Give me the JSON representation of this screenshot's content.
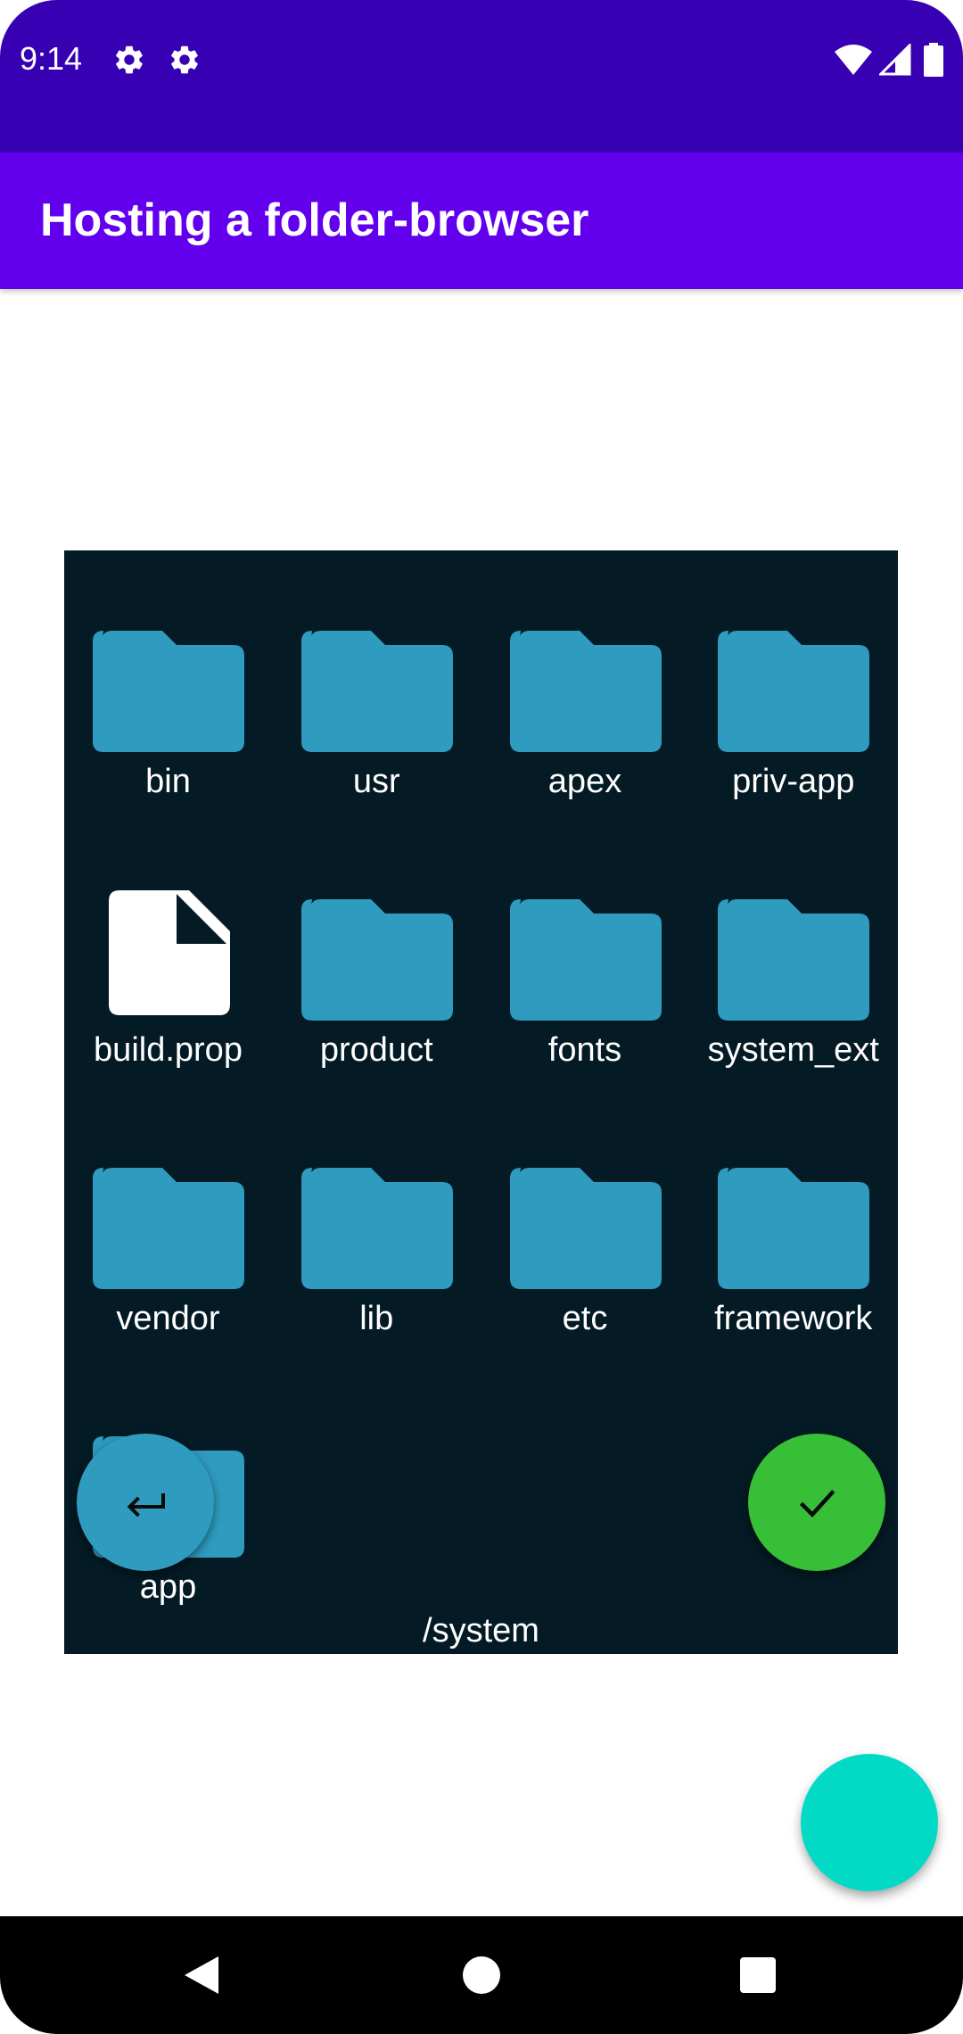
{
  "status_bar": {
    "time": "9:14",
    "icons": [
      "gear-icon",
      "gear-icon",
      "wifi-icon",
      "signal-icon",
      "battery-icon"
    ]
  },
  "app_bar": {
    "title": "Hosting a folder-browser"
  },
  "browser": {
    "current_path": "/system",
    "items": [
      {
        "name": "bin",
        "type": "folder"
      },
      {
        "name": "usr",
        "type": "folder"
      },
      {
        "name": "apex",
        "type": "folder"
      },
      {
        "name": "priv-app",
        "type": "folder"
      },
      {
        "name": "build.prop",
        "type": "file"
      },
      {
        "name": "product",
        "type": "folder"
      },
      {
        "name": "fonts",
        "type": "folder"
      },
      {
        "name": "system_ext",
        "type": "folder"
      },
      {
        "name": "vendor",
        "type": "folder"
      },
      {
        "name": "lib",
        "type": "folder"
      },
      {
        "name": "etc",
        "type": "folder"
      },
      {
        "name": "framework",
        "type": "folder"
      },
      {
        "name": "app",
        "type": "folder"
      }
    ],
    "back_button_icon": "return-arrow-icon",
    "confirm_button_icon": "check-icon"
  },
  "colors": {
    "status_bar": "#3700b3",
    "app_bar": "#6200ee",
    "browser_bg": "#041a24",
    "folder": "#2f9bbf",
    "confirm": "#38bf38",
    "fab": "#03dac5"
  },
  "nav_bar": {
    "buttons": [
      "back-icon",
      "home-icon",
      "recents-icon"
    ]
  }
}
